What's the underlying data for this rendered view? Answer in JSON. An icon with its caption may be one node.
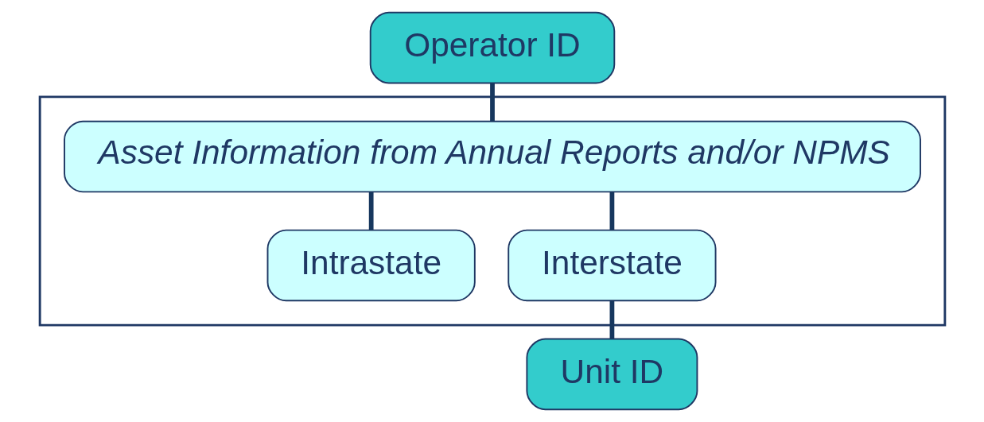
{
  "diagram": {
    "nodes": [
      {
        "text": [
          "Operator ID"
        ]
      },
      {
        "text": [],
        "shape": "box"
      },
      {
        "text": [
          "Asset Information from Annual Reports and/or NPMS"
        ],
        "in": 1
      },
      {
        "text": [
          "Intrastate"
        ],
        "in": 1
      },
      {
        "text": [
          "Interstate"
        ],
        "in": 1
      },
      {
        "text": [
          "Unit ID"
        ]
      }
    ],
    "edges": [
      {
        "from": 0,
        "to": 2,
        "arrow": "none"
      },
      {
        "from": 2,
        "to": 3,
        "arrow": "none"
      },
      {
        "from": 2,
        "to": 4,
        "arrow": "none"
      },
      {
        "from": 4,
        "to": 5,
        "arrow": "none"
      }
    ]
  }
}
